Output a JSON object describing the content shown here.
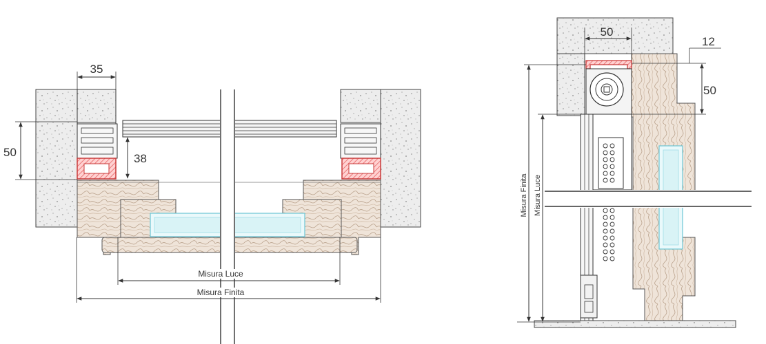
{
  "colors": {
    "concrete": "#ededed",
    "concrete_dots": "#8a8a8a",
    "wood": "#efe4d9",
    "wood_grain": "#b9a18b",
    "red_profile": "#e25555",
    "red_hatch": "#ffd1d1",
    "glass": "#d9f3f6",
    "glass_edge": "#7fd3e0",
    "line": "#333333",
    "metal": "#f2f2f2"
  },
  "plan_view": {
    "dim_top": "35",
    "dim_left": "50",
    "dim_inner": "38",
    "label_light": "Misura Luce",
    "label_finished": "Misura Finita"
  },
  "section_view": {
    "dim_top": "50",
    "dim_side": "12",
    "dim_height": "50",
    "label_finished": "Misura Finita",
    "label_light": "Misura Luce"
  }
}
